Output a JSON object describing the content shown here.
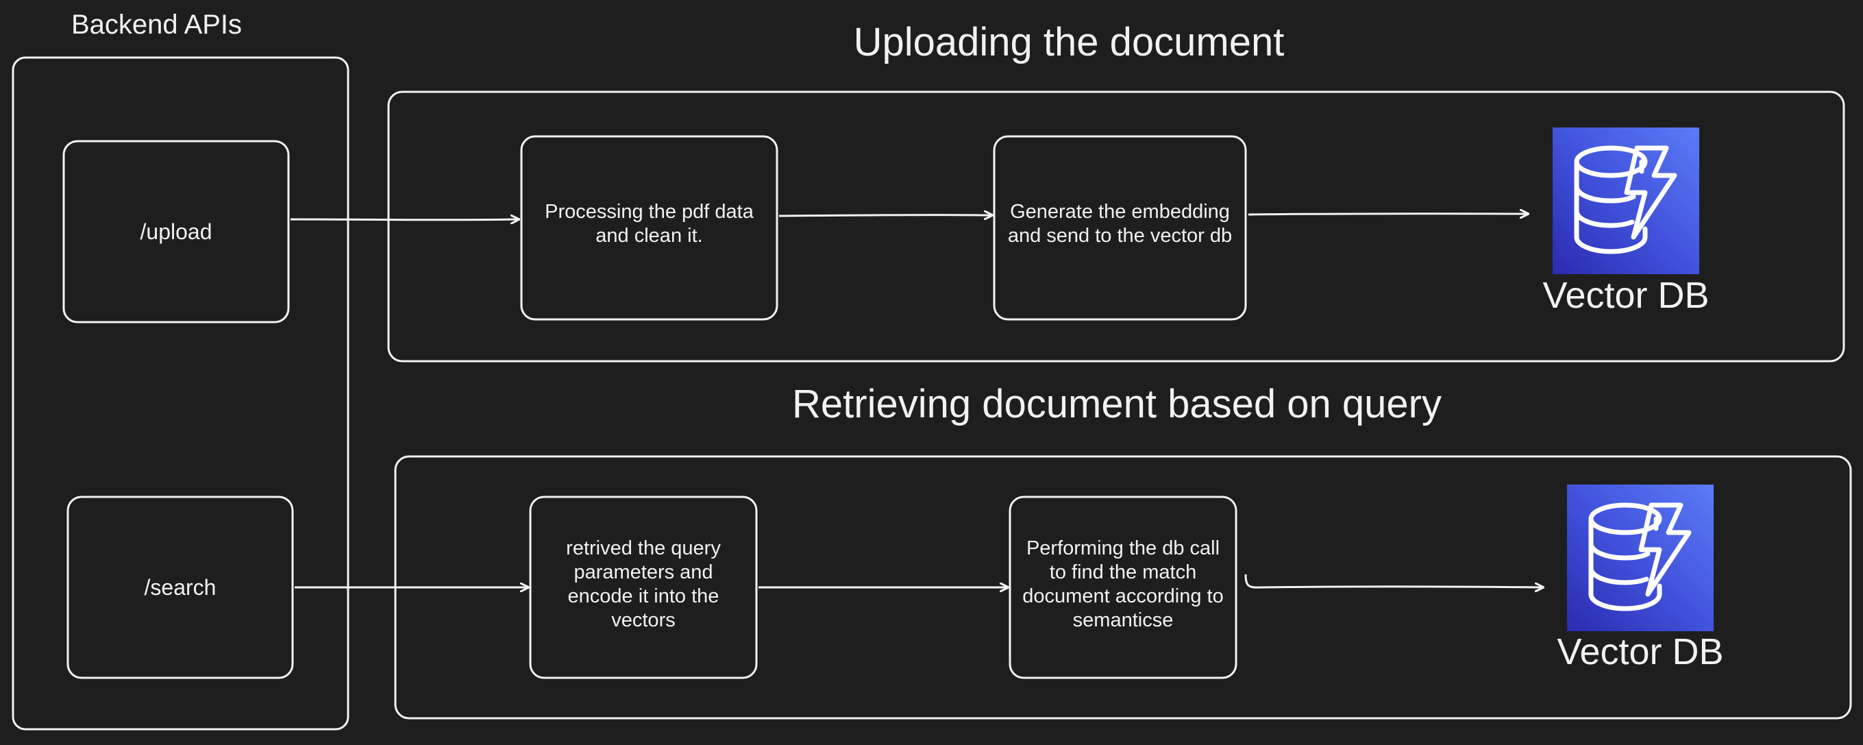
{
  "backend_group": {
    "title": "Backend APIs",
    "endpoints": [
      {
        "label": "/upload"
      },
      {
        "label": "/search"
      }
    ]
  },
  "upload_flow": {
    "title": "Uploading the document",
    "steps": [
      {
        "label": "Processing the pdf data and clean it."
      },
      {
        "label": "Generate the embedding and send to the vector db"
      }
    ],
    "target": {
      "label": "Vector DB",
      "icon": "dynamodb-database-icon"
    }
  },
  "retrieve_flow": {
    "title": "Retrieving document based on query",
    "steps": [
      {
        "label": "retrived the query parameters and encode it into the vectors"
      },
      {
        "label": "Performing the db call to find the match document according to semanticse"
      }
    ],
    "target": {
      "label": "Vector DB",
      "icon": "dynamodb-database-icon"
    }
  },
  "colors": {
    "background": "#1e1e1e",
    "stroke": "#f2f2f2",
    "icon_gradient_start": "#2a2bb0",
    "icon_gradient_end": "#5b7cf8"
  }
}
